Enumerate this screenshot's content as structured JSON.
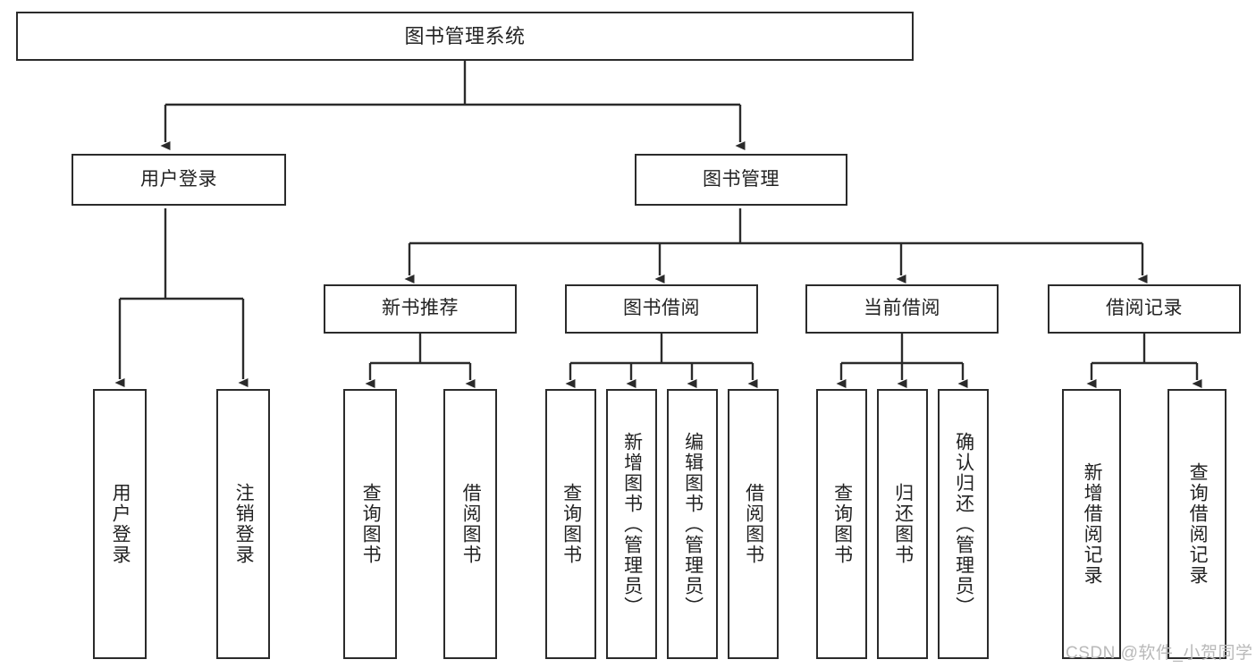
{
  "diagram": {
    "title": "图书管理系统",
    "type": "tree-hierarchy-chart",
    "colors": {
      "box_border": "#2b2b2b",
      "box_fill": "#ffffff",
      "edge": "#2b2b2b",
      "text": "#232323",
      "watermark": "#b9b9b9",
      "background": "#ffffff"
    },
    "watermark": "CSDN @软件_小贺同学",
    "nodes": {
      "root": {
        "label": "图书管理系统"
      },
      "level2": [
        {
          "id": "user-login",
          "label": "用户登录"
        },
        {
          "id": "book-manage",
          "label": "图书管理"
        }
      ],
      "level3": [
        {
          "id": "new-book-recommend",
          "label": "新书推荐"
        },
        {
          "id": "book-borrow",
          "label": "图书借阅"
        },
        {
          "id": "current-borrow",
          "label": "当前借阅"
        },
        {
          "id": "borrow-record",
          "label": "借阅记录"
        }
      ],
      "leaves": {
        "user_login": [
          {
            "id": "leaf-user-login",
            "label": "用户登录"
          },
          {
            "id": "leaf-logout-login",
            "label": "注销登录"
          }
        ],
        "new_book_recommend": [
          {
            "id": "leaf-query-book-1",
            "label": "查询图书"
          },
          {
            "id": "leaf-borrow-book-1",
            "label": "借阅图书"
          }
        ],
        "book_borrow": [
          {
            "id": "leaf-query-book-2",
            "label": "查询图书"
          },
          {
            "id": "leaf-add-book",
            "label": "新增图书（管理员）"
          },
          {
            "id": "leaf-edit-book",
            "label": "编辑图书（管理员）"
          },
          {
            "id": "leaf-borrow-book-2",
            "label": "借阅图书"
          }
        ],
        "current_borrow": [
          {
            "id": "leaf-query-book-3",
            "label": "查询图书"
          },
          {
            "id": "leaf-return-book",
            "label": "归还图书"
          },
          {
            "id": "leaf-confirm-return",
            "label": "确认归还（管理员）"
          }
        ],
        "borrow_record": [
          {
            "id": "leaf-add-record",
            "label": "新增借阅记录"
          },
          {
            "id": "leaf-query-record",
            "label": "查询借阅记录"
          }
        ]
      }
    }
  }
}
